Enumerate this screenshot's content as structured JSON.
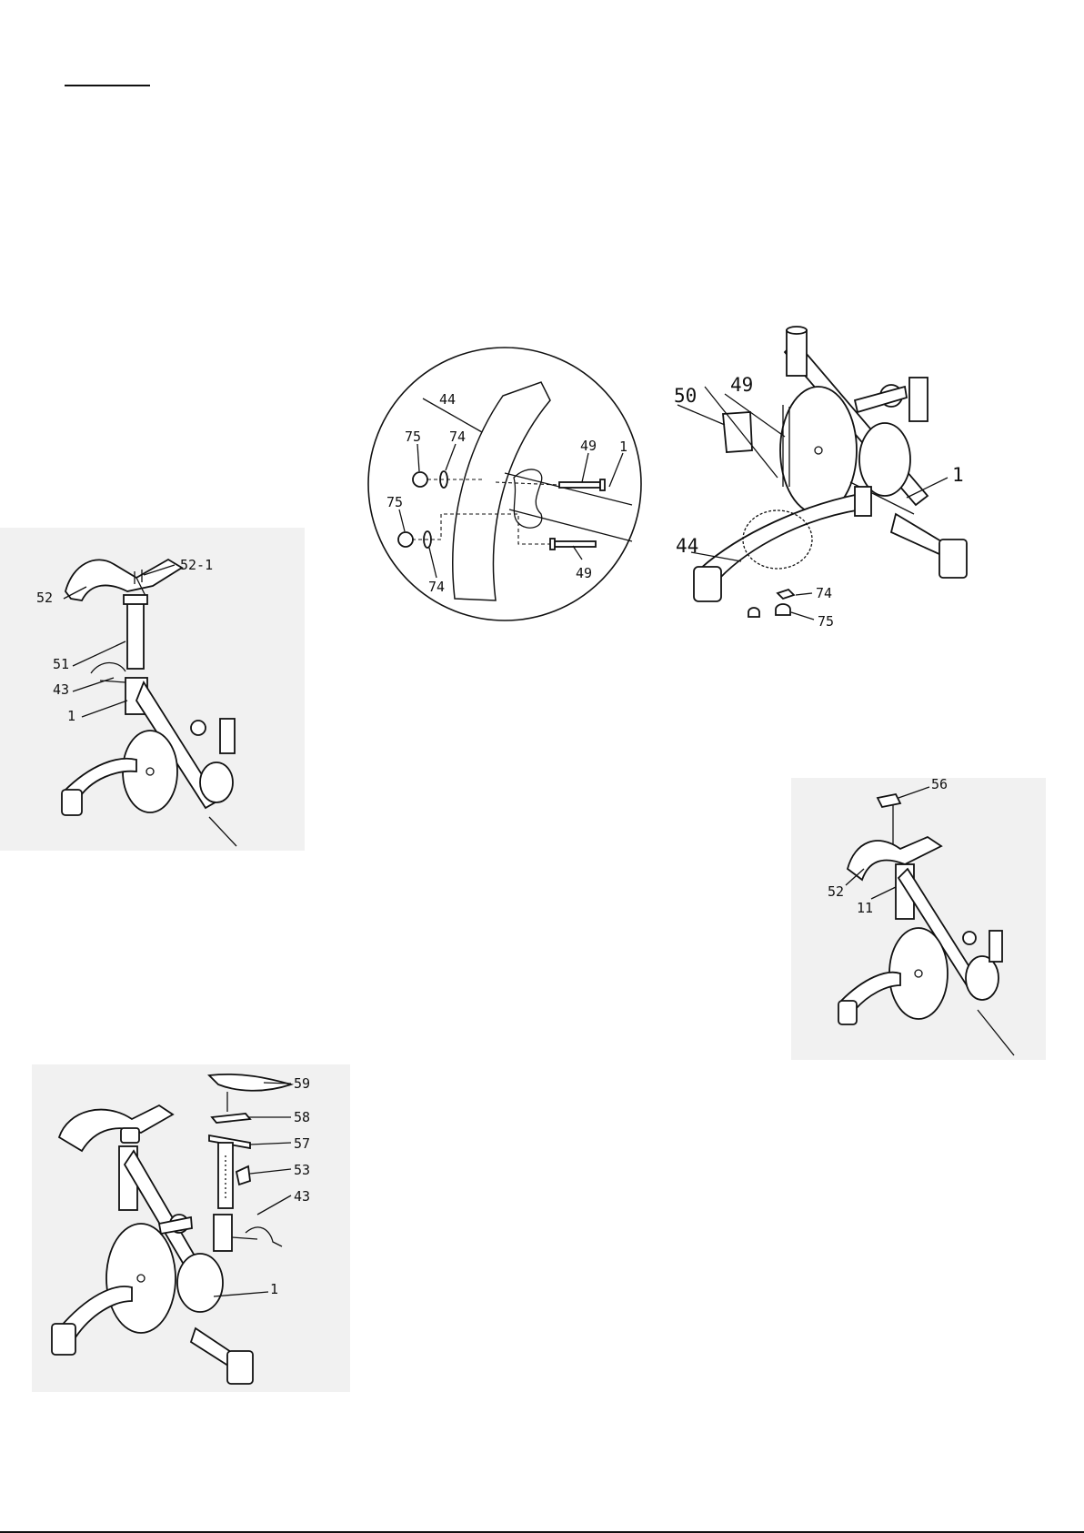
{
  "heading_underline": true,
  "figures": {
    "handlebar_post": {
      "labels": {
        "handlebar": "52",
        "handlebar_bolts": "52-1",
        "post": "51",
        "knob": "43",
        "frame": "1"
      }
    },
    "detail_circle": {
      "labels": {
        "stabilizer": "44",
        "cap_top": "75",
        "washer_top": "74",
        "bolt_top": "49",
        "frame": "1",
        "cap_bottom": "75",
        "washer_bottom": "74",
        "bolt_bottom": "49"
      }
    },
    "front_stabilizer": {
      "labels": {
        "cover": "50",
        "bolts": "49",
        "frame": "1",
        "stabilizer": "44",
        "washer": "74",
        "cap": "75"
      }
    },
    "handlebar_top": {
      "labels": {
        "top_part": "56",
        "handlebar": "52",
        "post": "11"
      }
    },
    "seat_assembly": {
      "labels": {
        "seat": "59",
        "slider": "58",
        "seat_bracket": "57",
        "knob": "53",
        "pop_pin": "43",
        "frame": "1"
      }
    }
  }
}
